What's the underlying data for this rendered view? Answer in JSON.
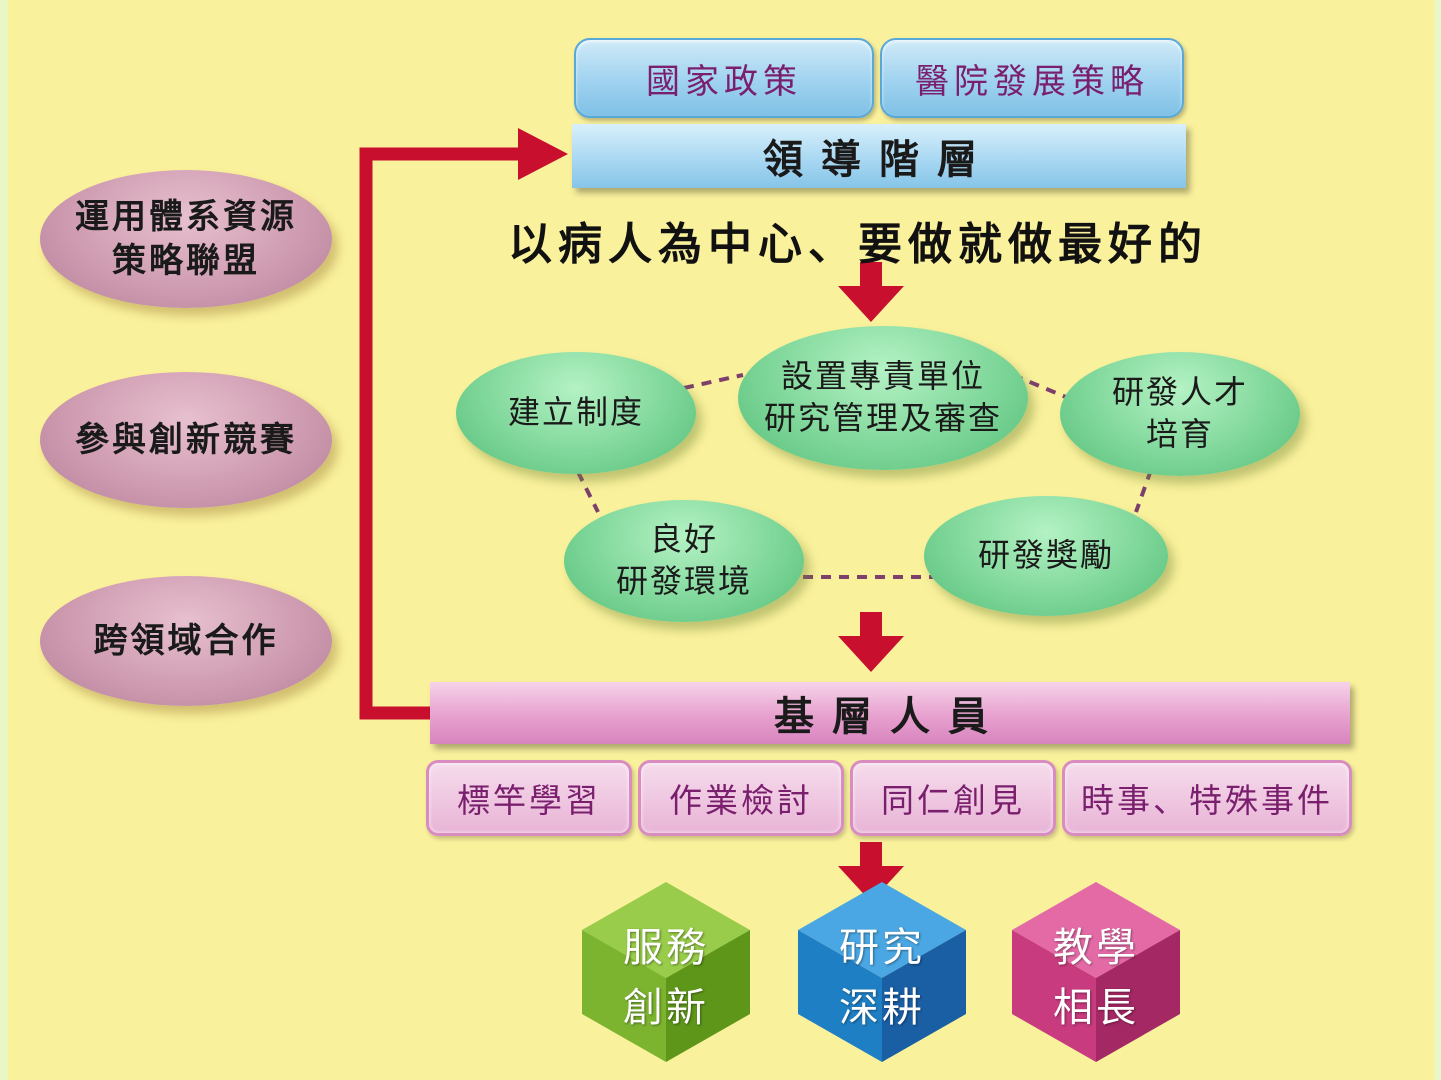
{
  "top_boxes": [
    "國家政策",
    "醫院發展策略"
  ],
  "leadership": "領導階層",
  "motto": "以病人為中心、要做就做最好的",
  "left_ovals": [
    {
      "line1": "運用體系資源",
      "line2": "策略聯盟"
    },
    {
      "line1": "參與創新競賽",
      "line2": ""
    },
    {
      "line1": "跨領域合作",
      "line2": ""
    }
  ],
  "cycle": {
    "center": {
      "line1": "設置專責單位",
      "line2": "研究管理及審查"
    },
    "left": {
      "line1": "建立制度",
      "line2": ""
    },
    "right": {
      "line1": "研發人才",
      "line2": "培育"
    },
    "bottom_left": {
      "line1": "良好",
      "line2": "研發環境"
    },
    "bottom_right": {
      "line1": "研發獎勵",
      "line2": ""
    }
  },
  "staff": "基層人員",
  "staff_boxes": [
    "標竿學習",
    "作業檢討",
    "同仁創見",
    "時事、特殊事件"
  ],
  "outcomes": [
    {
      "line1": "服務",
      "line2": "創新"
    },
    {
      "line1": "研究",
      "line2": "深耕"
    },
    {
      "line1": "教學",
      "line2": "相長"
    }
  ],
  "colors": {
    "background": "#faf19c",
    "arrow": "#c8102e",
    "cube_green": "#6aaa1f",
    "cube_blue": "#1f7fc4",
    "cube_magenta": "#c83b7e"
  }
}
